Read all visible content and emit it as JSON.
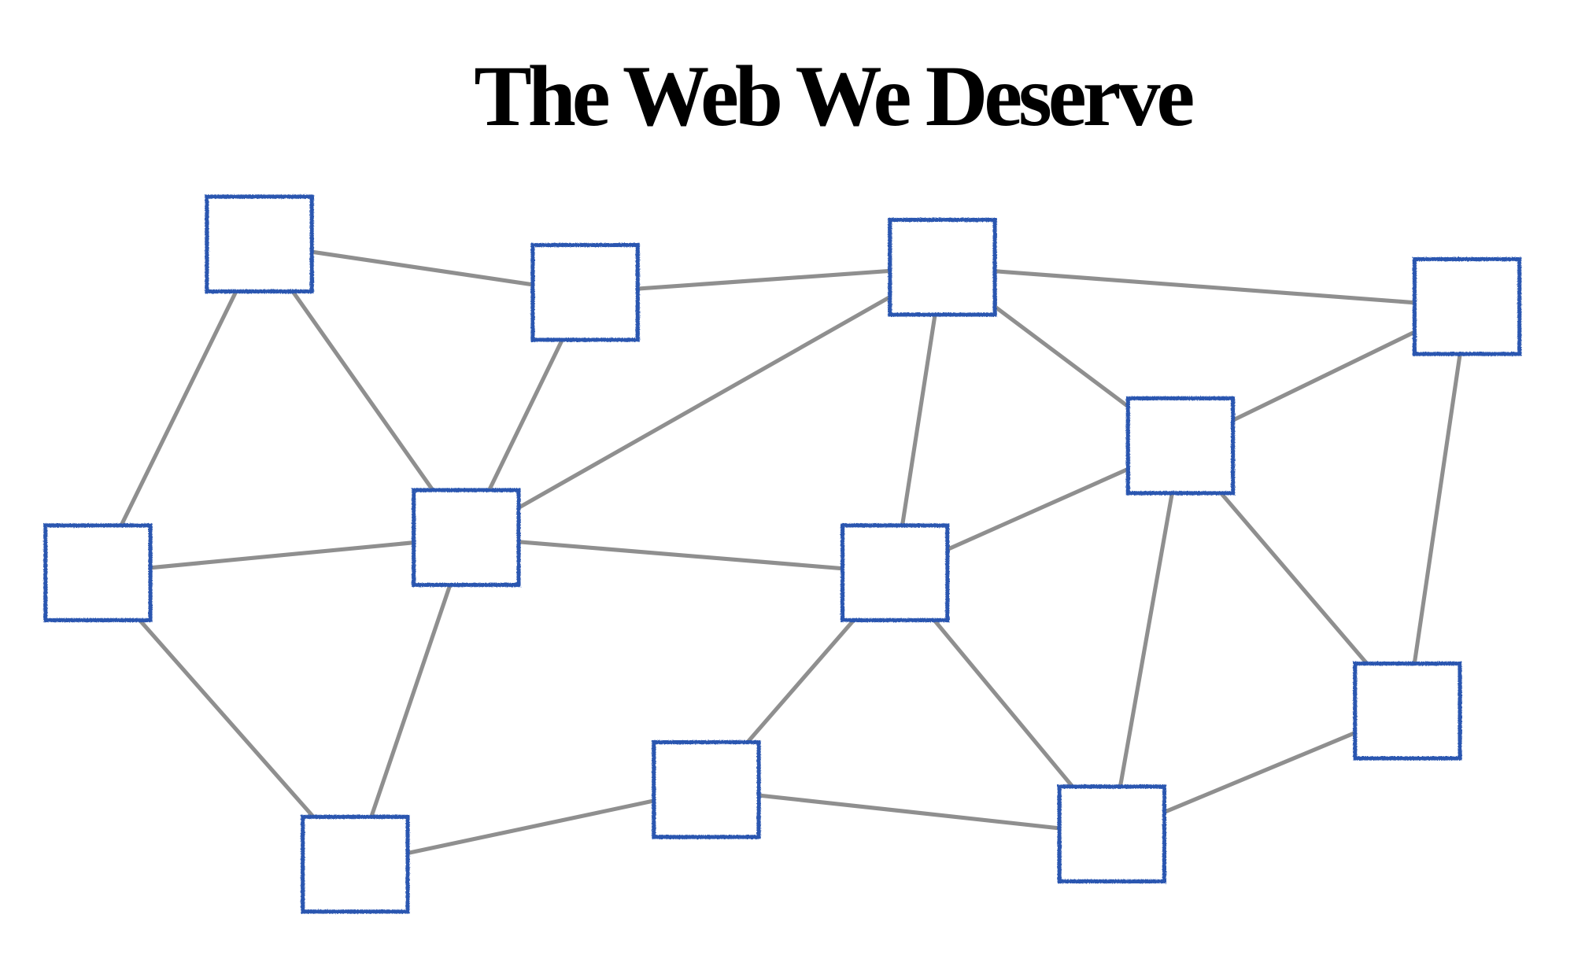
{
  "title": "The Web We Deserve",
  "colors": {
    "node_stroke": "#2b56b0",
    "edge": "#8f8f8f",
    "title": "#000000",
    "background": "#ffffff"
  },
  "node_count": 12,
  "edges": [
    [
      0,
      1
    ],
    [
      0,
      5
    ],
    [
      0,
      6
    ],
    [
      1,
      2
    ],
    [
      1,
      6
    ],
    [
      2,
      3
    ],
    [
      2,
      6
    ],
    [
      2,
      7
    ],
    [
      2,
      4
    ],
    [
      3,
      4
    ],
    [
      3,
      8
    ],
    [
      4,
      7
    ],
    [
      4,
      10
    ],
    [
      4,
      8
    ],
    [
      5,
      6
    ],
    [
      5,
      11
    ],
    [
      6,
      7
    ],
    [
      6,
      11
    ],
    [
      7,
      9
    ],
    [
      7,
      10
    ],
    [
      9,
      11
    ],
    [
      9,
      10
    ],
    [
      10,
      8
    ]
  ]
}
